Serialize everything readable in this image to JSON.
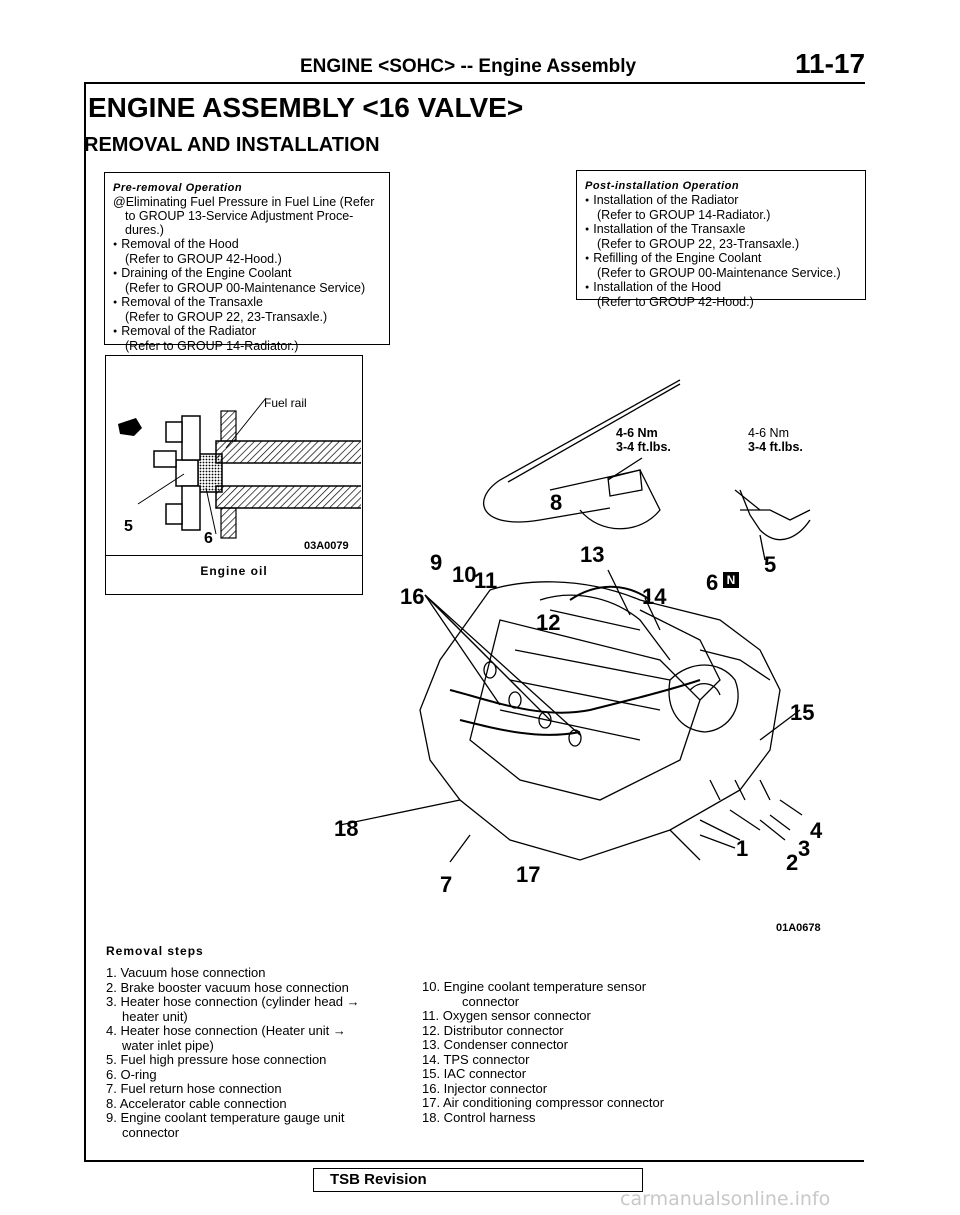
{
  "header": {
    "title": "ENGINE <SOHC> -- Engine Assembly",
    "page": "11-17"
  },
  "section_title": "ENGINE ASSEMBLY <16 VALVE>",
  "subsection_title": "REMOVAL AND INSTALLATION",
  "pre_removal": {
    "heading": "Pre-removal Operation",
    "lines": [
      "@Eliminating Fuel Pressure in Fuel Line (Refer",
      "to GROUP 13-Service Adjustment Proce-",
      "dures.)",
      "Removal of the Hood",
      "(Refer to GROUP 42-Hood.)",
      "Draining of the Engine Coolant",
      "(Refer to GROUP 00-Maintenance Service)",
      "Removal of the Transaxle",
      "(Refer to GROUP 22, 23-Transaxle.)",
      "Removal of the Radiator",
      "(Refer to GROUP 14-Radiator.)"
    ]
  },
  "post_installation": {
    "heading": "Post-installation Operation",
    "lines": [
      "Installation of the Radiator",
      "(Refer to GROUP 14-Radiator.)",
      "Installation of the Transaxle",
      "(Refer to GROUP 22, 23-Transaxle.)",
      "Refilling of the Engine Coolant",
      "(Refer to GROUP 00-Maintenance Service.)",
      "Installation of the Hood",
      "(Refer to GROUP 42-Hood.)"
    ]
  },
  "inset": {
    "label_fuel_rail": "Fuel rail",
    "label_5": "5",
    "label_6": "6",
    "code": "03A0079",
    "caption": "Engine oil"
  },
  "diagram": {
    "torque_1_nm": "4-6 Nm",
    "torque_1_ft": "3-4 ft.lbs.",
    "torque_2_nm": "4-6 Nm",
    "torque_2_ft": "3-4 ft.lbs.",
    "code": "01A0678",
    "labels": {
      "n1": "1",
      "n2": "2",
      "n3": "3",
      "n4": "4",
      "n5": "5",
      "n6": "6",
      "n7": "7",
      "n8": "8",
      "n9": "9",
      "n10": "10",
      "n11": "11",
      "n12": "12",
      "n13": "13",
      "n14": "14",
      "n15": "15",
      "n16": "16",
      "n17": "17",
      "n18": "18"
    }
  },
  "removal_steps": {
    "title": "Removal steps",
    "left": [
      "1. Vacuum hose connection",
      "2. Brake booster vacuum hose connection",
      "3. Heater hose connection (cylinder head →",
      "heater unit)",
      "4. Heater hose connection (Heater unit →",
      "water inlet pipe)",
      "5. Fuel high pressure hose connection",
      "6. O-ring",
      "7. Fuel return hose connection",
      "8. Accelerator cable connection",
      "9. Engine coolant temperature gauge unit",
      "connector"
    ],
    "right": [
      "10. Engine coolant temperature sensor",
      "connector",
      "11. Oxygen sensor connector",
      "12. Distributor connector",
      "13. Condenser connector",
      "14. TPS connector",
      "15. IAC connector",
      "16. Injector connector",
      "17. Air conditioning compressor connector",
      "18. Control harness"
    ]
  },
  "footer": {
    "tsb": "TSB Revision",
    "watermark": "carmanualsonline.info"
  }
}
